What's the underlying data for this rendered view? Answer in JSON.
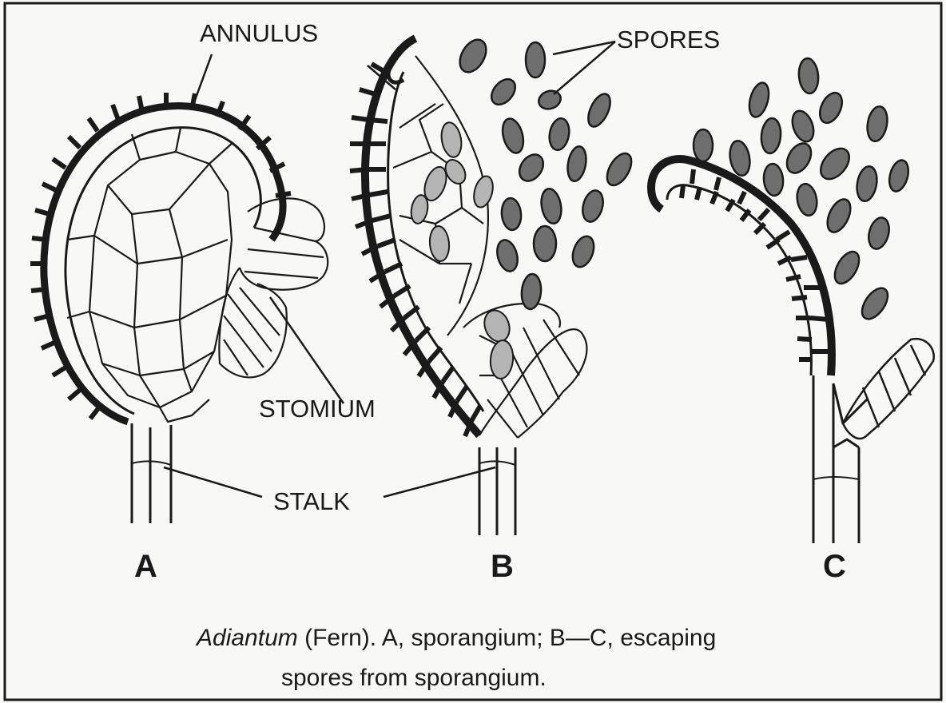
{
  "labels": {
    "annulus": "ANNULUS",
    "spores": "SPORES",
    "stomium": "STOMIUM",
    "stalk": "STALK"
  },
  "panels": {
    "a": "A",
    "b": "B",
    "c": "C"
  },
  "caption": {
    "genus": "Adiantum",
    "line1_rest": " (Fern). A, sporangium; B—C, escaping",
    "line2": "spores from sporangium."
  },
  "colors": {
    "ink": "#1a1a1a",
    "spore_fill": "#6e6e6e",
    "paper": "#f8f8f6"
  }
}
